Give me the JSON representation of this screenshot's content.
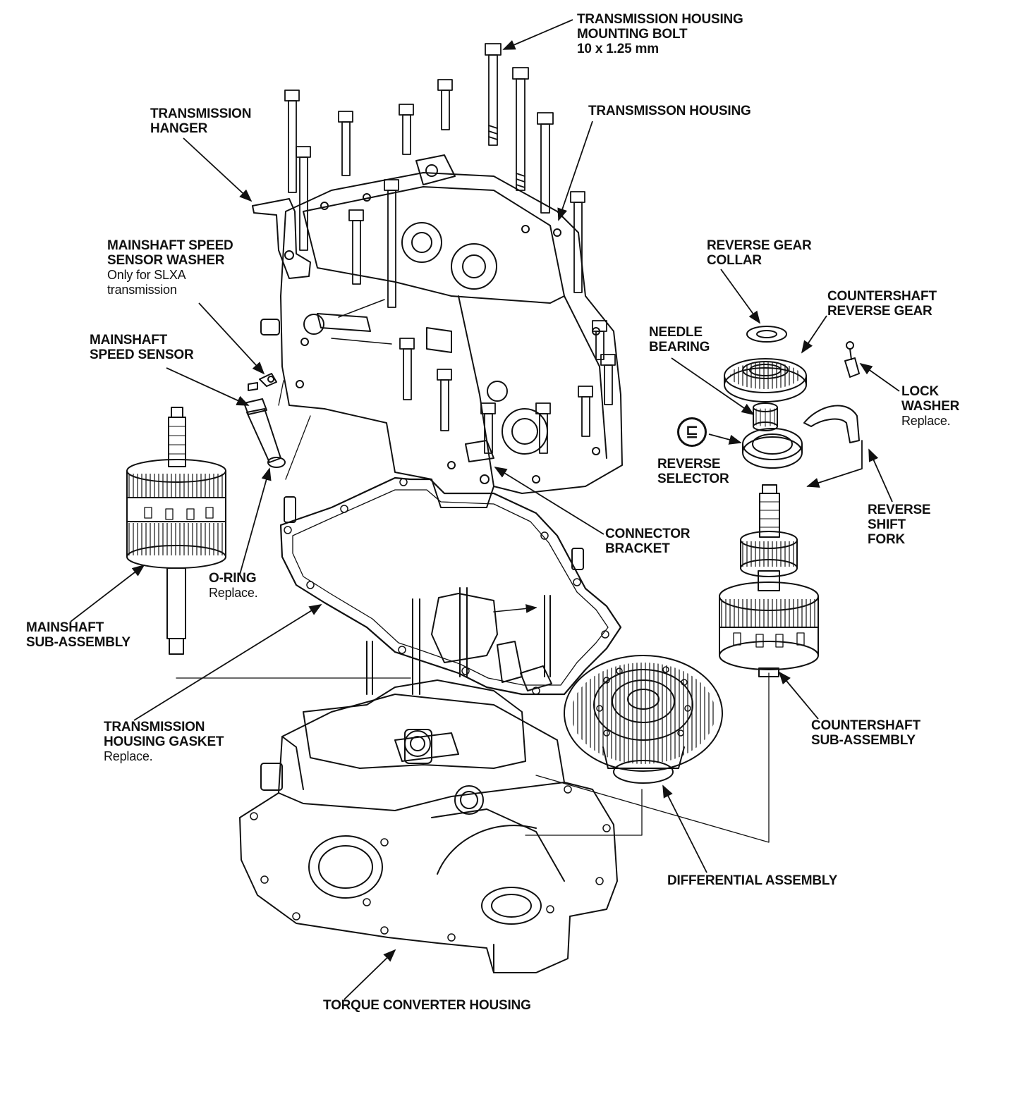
{
  "labels": {
    "mounting_bolt": {
      "line1": "TRANSMISSION HOUSING",
      "line2": "MOUNTING BOLT",
      "line3": "10 x 1.25 mm"
    },
    "transmission_housing": {
      "line1": "TRANSMISSON HOUSING"
    },
    "transmission_hanger": {
      "line1": "TRANSMISSION",
      "line2": "HANGER"
    },
    "speed_sensor_washer": {
      "line1": "MAINSHAFT SPEED",
      "line2": "SENSOR WASHER",
      "note1": "Only for SLXA",
      "note2": "transmission"
    },
    "mainshaft_speed_sensor": {
      "line1": "MAINSHAFT",
      "line2": "SPEED SENSOR"
    },
    "reverse_gear_collar": {
      "line1": "REVERSE GEAR",
      "line2": "COLLAR"
    },
    "countershaft_reverse_gear": {
      "line1": "COUNTERSHAFT",
      "line2": "REVERSE GEAR"
    },
    "needle_bearing": {
      "line1": "NEEDLE",
      "line2": "BEARING"
    },
    "lock_washer": {
      "line1": "LOCK",
      "line2": "WASHER",
      "note1": "Replace."
    },
    "reverse_selector": {
      "line1": "REVERSE",
      "line2": "SELECTOR"
    },
    "reverse_shift_fork": {
      "line1": "REVERSE",
      "line2": "SHIFT",
      "line3": "FORK"
    },
    "connector_bracket": {
      "line1": "CONNECTOR",
      "line2": "BRACKET"
    },
    "o_ring": {
      "line1": "O-RING",
      "note1": "Replace."
    },
    "mainshaft_sub_assembly": {
      "line1": "MAINSHAFT",
      "line2": "SUB-ASSEMBLY"
    },
    "countershaft_sub_assembly": {
      "line1": "COUNTERSHAFT",
      "line2": "SUB-ASSEMBLY"
    },
    "housing_gasket": {
      "line1": "TRANSMISSION",
      "line2": "HOUSING GASKET",
      "note1": "Replace."
    },
    "differential_assembly": {
      "line1": "DIFFERENTIAL ASSEMBLY"
    },
    "torque_converter_housing": {
      "line1": "TORQUE CONVERTER HOUSING"
    }
  }
}
